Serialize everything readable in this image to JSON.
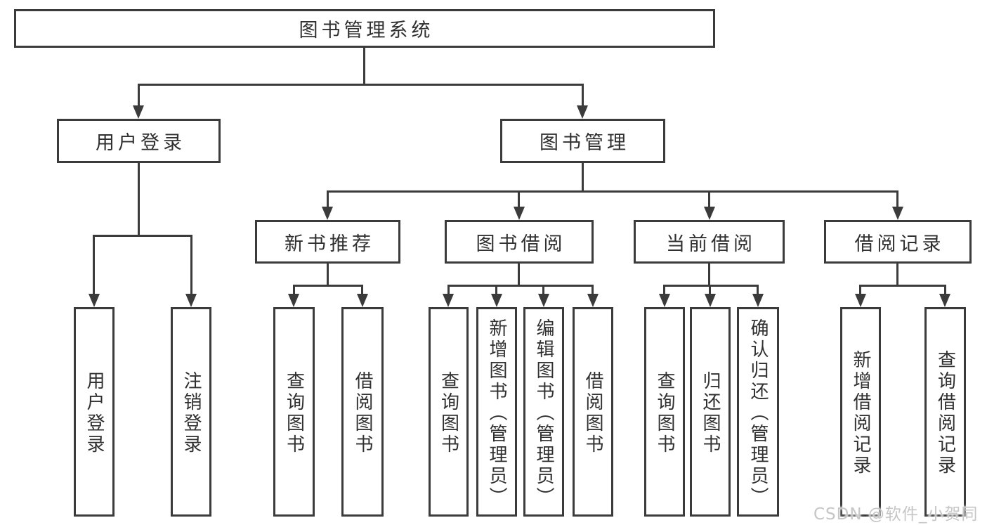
{
  "diagram": {
    "type": "hierarchy-tree",
    "orientation": "top-down",
    "colors": {
      "background": "#ffffff",
      "line": "#3b3b3b",
      "box_border": "#3b3b3b",
      "text": "#303030",
      "watermark": "#c6c6c6"
    }
  },
  "tree": {
    "label": "图书管理系统",
    "children": [
      {
        "label": "用户登录",
        "children": [
          {
            "label": "用户登录"
          },
          {
            "label": "注销登录"
          }
        ]
      },
      {
        "label": "图书管理",
        "children": [
          {
            "label": "新书推荐",
            "children": [
              {
                "label": "查询图书"
              },
              {
                "label": "借阅图书"
              }
            ]
          },
          {
            "label": "图书借阅",
            "children": [
              {
                "label": "查询图书"
              },
              {
                "label": "新增图书（管理员）"
              },
              {
                "label": "编辑图书（管理员）"
              },
              {
                "label": "借阅图书"
              }
            ]
          },
          {
            "label": "当前借阅",
            "children": [
              {
                "label": "查询图书"
              },
              {
                "label": "归还图书"
              },
              {
                "label": "确认归还（管理员）"
              }
            ]
          },
          {
            "label": "借阅记录",
            "children": [
              {
                "label": "新增借阅记录"
              },
              {
                "label": "查询借阅记录"
              }
            ]
          }
        ]
      }
    ]
  },
  "watermark": {
    "text": "CSDN @软件_小贺同学"
  }
}
